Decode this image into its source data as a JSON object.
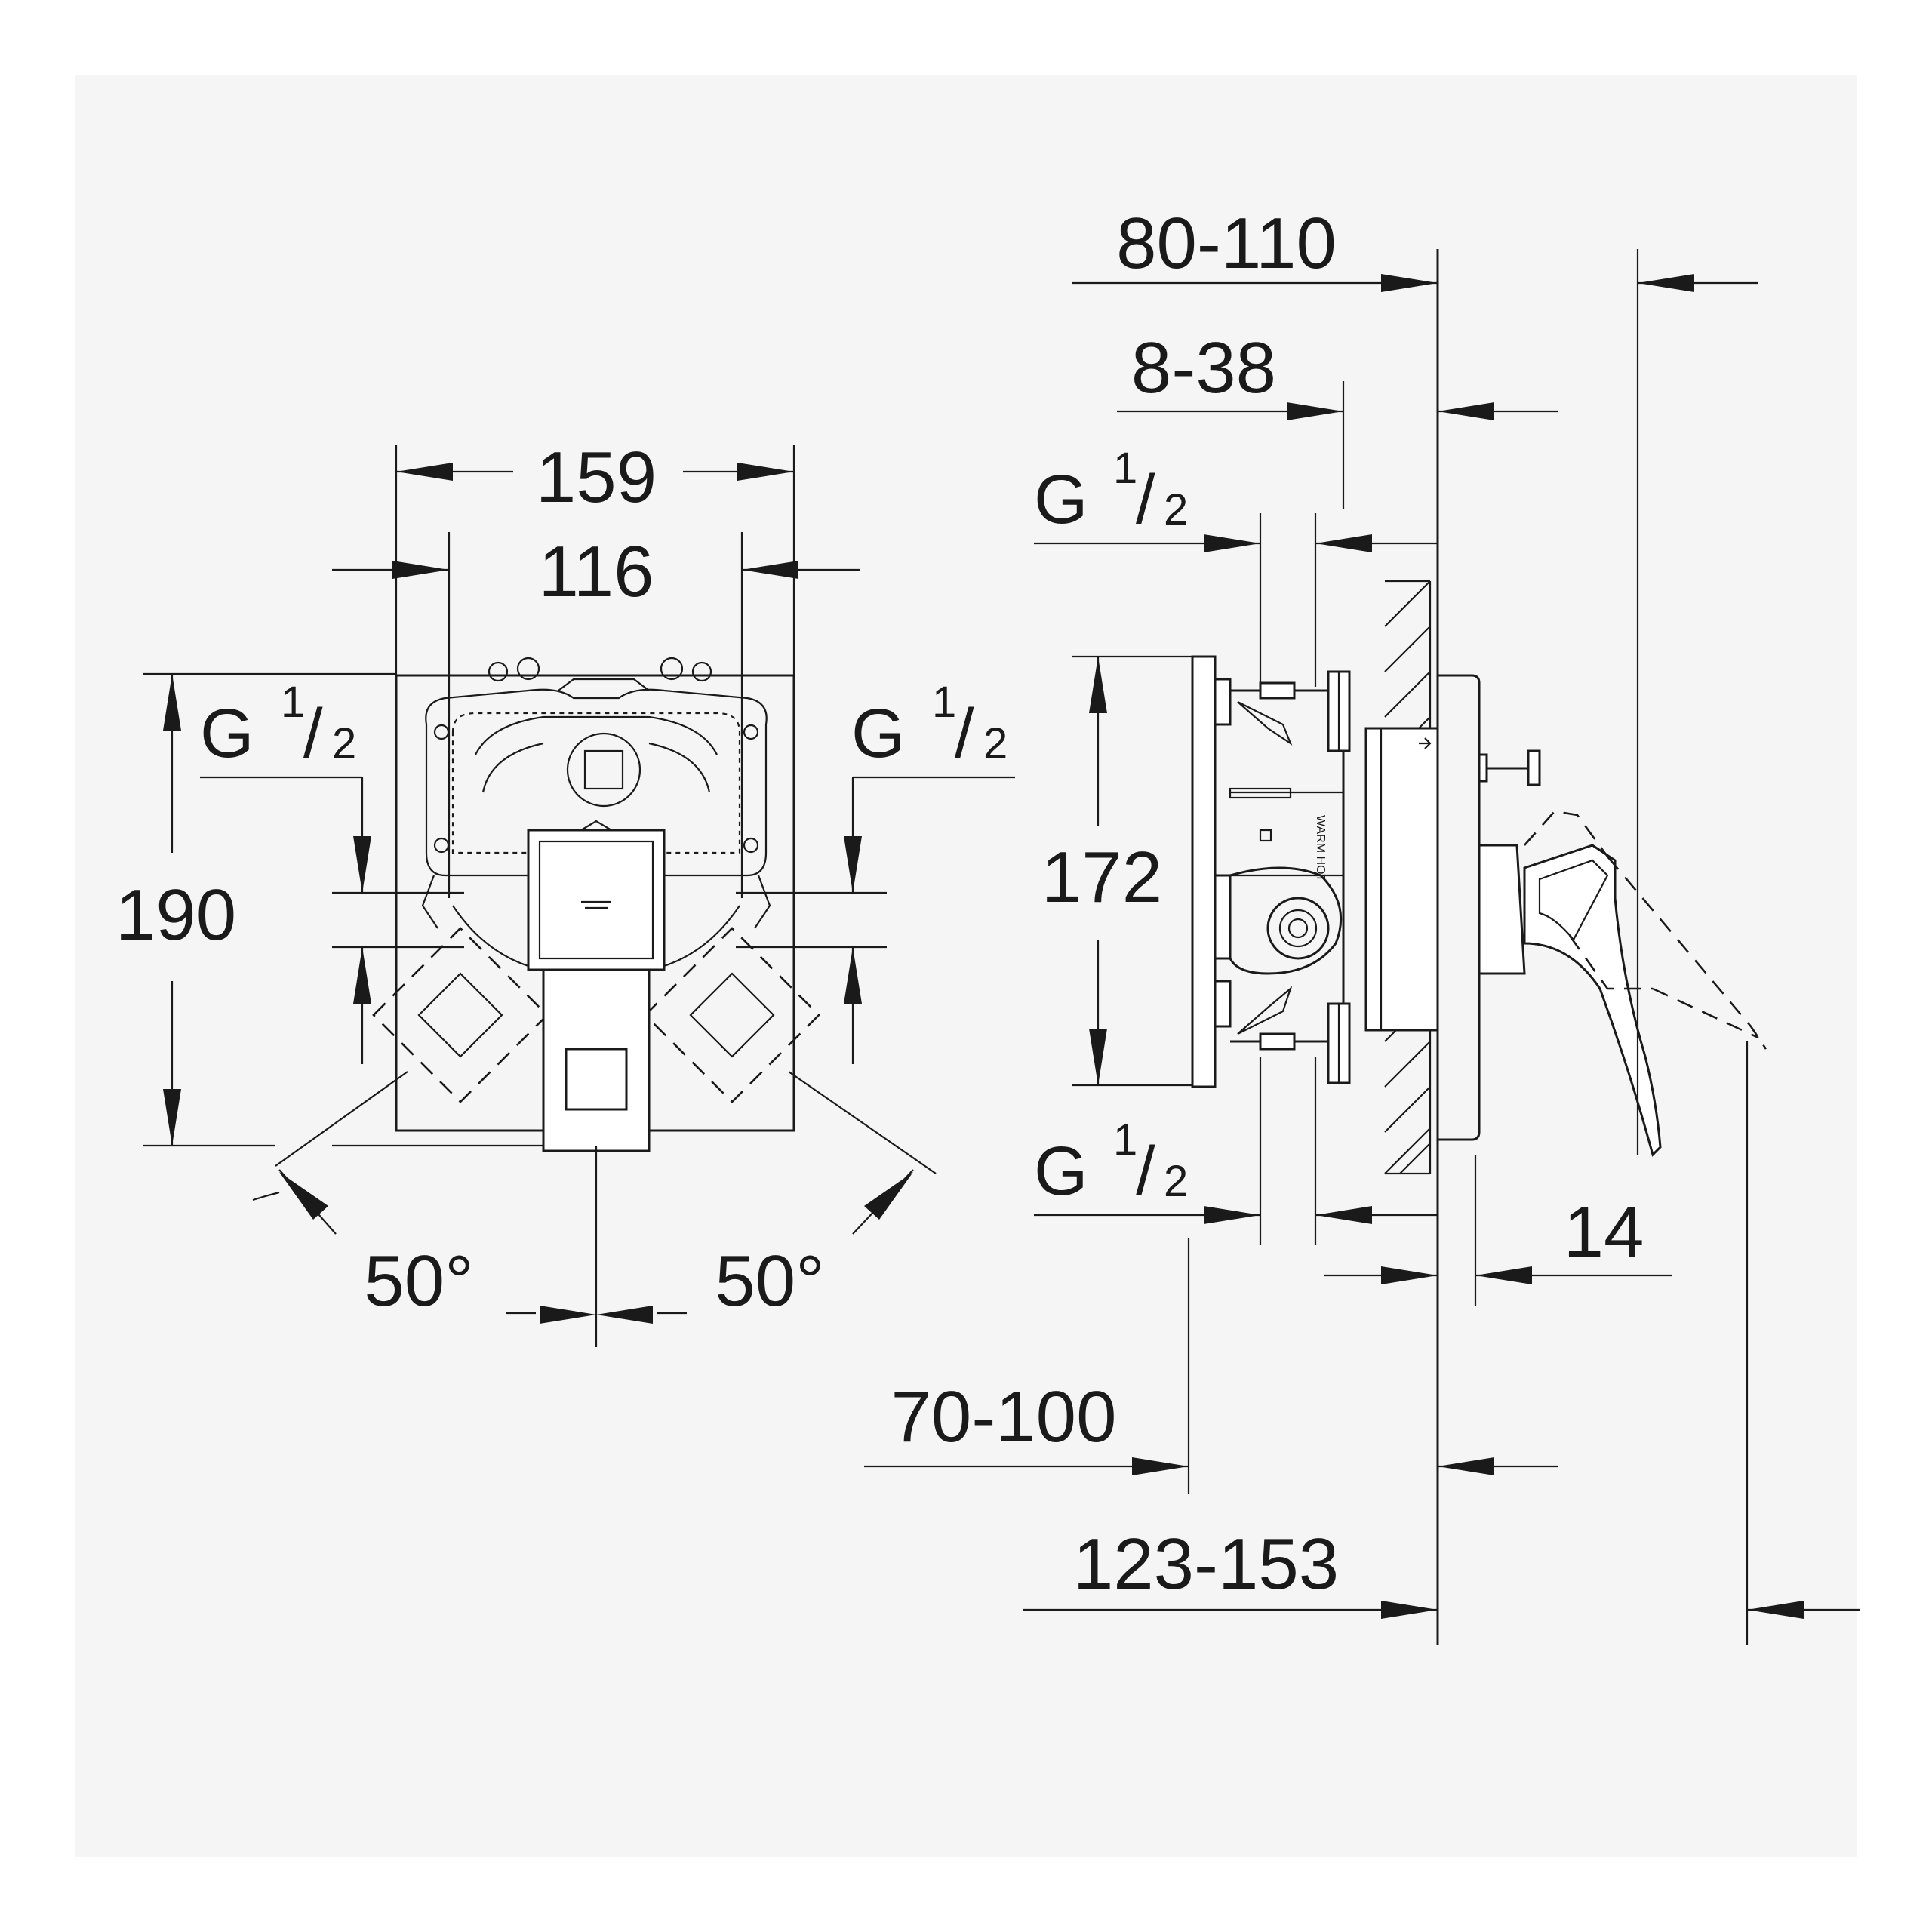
{
  "front_view": {
    "width_outer": "159",
    "width_inner": "116",
    "height": "190",
    "angle_left": "50°",
    "angle_right": "50°",
    "connection_left": {
      "main": "G",
      "num": "1",
      "slash": "/",
      "den": "2"
    },
    "connection_right": {
      "main": "G",
      "num": "1",
      "slash": "/",
      "den": "2"
    }
  },
  "side_view": {
    "depth_range_top": "80-110",
    "wall_range": "8-38",
    "height": "172",
    "plate_offset": "14",
    "depth_range_mid": "70-100",
    "depth_range_bottom": "123-153",
    "connection_top": {
      "main": "G",
      "num": "1",
      "slash": "/",
      "den": "2"
    },
    "connection_bottom": {
      "main": "G",
      "num": "1",
      "slash": "/",
      "den": "2"
    },
    "body_marking": "WARM HOT"
  },
  "colors": {
    "line": "#1a1a1a",
    "background": "#f5f5f5"
  }
}
